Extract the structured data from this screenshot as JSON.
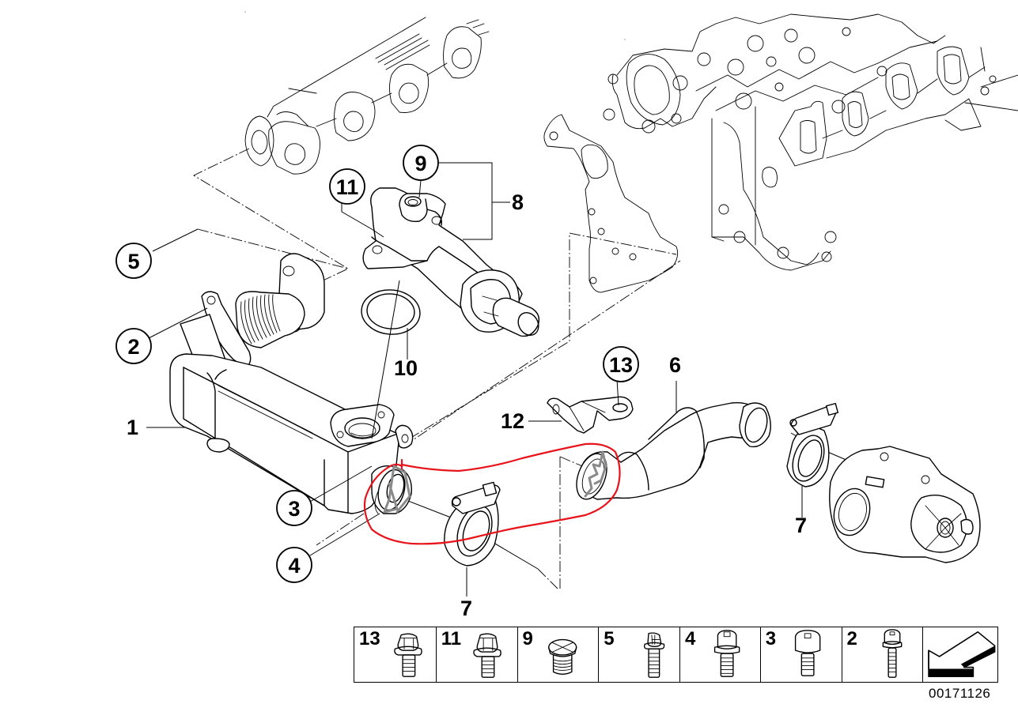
{
  "diagram": {
    "type": "exploded-parts-diagram",
    "subject": "EGR cooler, pipe and mounting parts",
    "diagram_id": "00171126",
    "callouts": [
      {
        "id": "1",
        "style": "plain",
        "part": "egr-cooler"
      },
      {
        "id": "2",
        "style": "circled",
        "part": "bolt"
      },
      {
        "id": "3",
        "style": "circled",
        "part": "bolt"
      },
      {
        "id": "4",
        "style": "circled",
        "part": "bolt"
      },
      {
        "id": "5",
        "style": "circled",
        "part": "bolt"
      },
      {
        "id": "6",
        "style": "plain",
        "part": "egr-pipe"
      },
      {
        "id": "7",
        "style": "plain",
        "part": "v-band-clamp"
      },
      {
        "id": "7",
        "style": "plain",
        "part": "v-band-clamp"
      },
      {
        "id": "8",
        "style": "plain",
        "part": "thermostat-housing-assembly"
      },
      {
        "id": "9",
        "style": "circled",
        "part": "screw-plug"
      },
      {
        "id": "10",
        "style": "plain",
        "part": "gasket-ring"
      },
      {
        "id": "11",
        "style": "circled",
        "part": "hex-bolt"
      },
      {
        "id": "12",
        "style": "plain",
        "part": "bracket"
      },
      {
        "id": "13",
        "style": "circled",
        "part": "hex-bolt"
      }
    ],
    "annotation": {
      "type": "hand-drawn-circle",
      "color": "#e8141b",
      "scribble_color": "#8a8a8a",
      "encloses": [
        "cooler outlet flange",
        "clamp 7",
        "pipe 6 inlet"
      ]
    }
  },
  "fastener_table": {
    "cells": [
      {
        "number": "13",
        "icon": "flange-hex-bolt-icon"
      },
      {
        "number": "11",
        "icon": "flange-hex-bolt-icon"
      },
      {
        "number": "9",
        "icon": "screw-plug-icon"
      },
      {
        "number": "5",
        "icon": "torx-bolt-icon"
      },
      {
        "number": "4",
        "icon": "socket-head-collar-bolt-icon"
      },
      {
        "number": "3",
        "icon": "socket-head-bolt-icon"
      },
      {
        "number": "2",
        "icon": "small-socket-head-bolt-icon"
      },
      {
        "number": "",
        "icon": "view-direction-arrow-icon"
      }
    ]
  },
  "labels": {
    "c1": "1",
    "c2": "2",
    "c3": "3",
    "c4": "4",
    "c5": "5",
    "c6": "6",
    "c7a": "7",
    "c7b": "7",
    "c8": "8",
    "c9": "9",
    "c10": "10",
    "c11": "11",
    "c12": "12",
    "c13": "13"
  },
  "colors": {
    "line": "#000000",
    "background": "#ffffff",
    "annotation_red": "#e8141b",
    "annotation_gray": "#8a8a8a"
  }
}
